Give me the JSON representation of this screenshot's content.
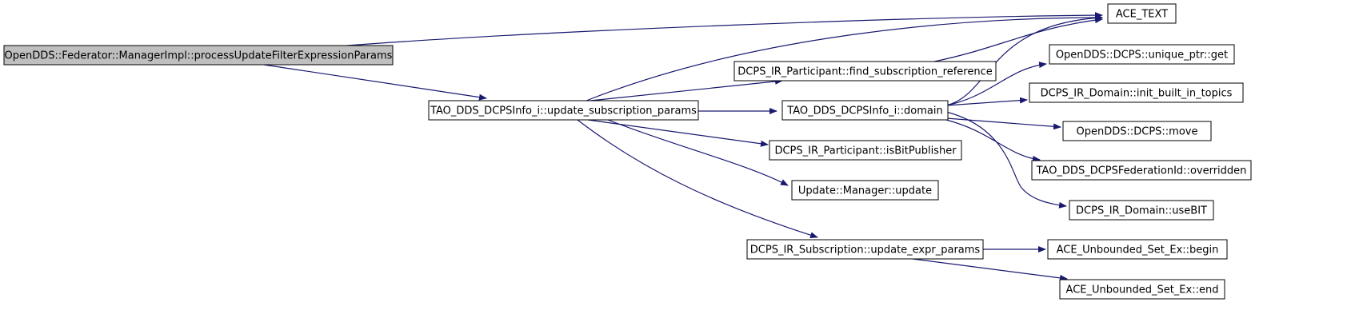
{
  "graph": {
    "colors": {
      "root_fill": "#bfbfbf",
      "node_fill": "#ffffff",
      "border": "#000000",
      "edge": "#191970"
    },
    "nodes": [
      {
        "id": "root",
        "label": "OpenDDS::Federator::ManagerImpl::processUpdateFilterExpressionParams"
      },
      {
        "id": "ace_text",
        "label": "ACE_TEXT"
      },
      {
        "id": "update_sub_params",
        "label": "TAO_DDS_DCPSInfo_i::update_subscription_params"
      },
      {
        "id": "find_sub_ref",
        "label": "DCPS_IR_Participant::find_subscription_reference"
      },
      {
        "id": "domain",
        "label": "TAO_DDS_DCPSInfo_i::domain"
      },
      {
        "id": "is_bit_pub",
        "label": "DCPS_IR_Participant::isBitPublisher"
      },
      {
        "id": "mgr_update",
        "label": "Update::Manager::update"
      },
      {
        "id": "update_expr",
        "label": "DCPS_IR_Subscription::update_expr_params"
      },
      {
        "id": "unique_ptr_get",
        "label": "OpenDDS::DCPS::unique_ptr::get"
      },
      {
        "id": "init_bit",
        "label": "DCPS_IR_Domain::init_built_in_topics"
      },
      {
        "id": "move",
        "label": "OpenDDS::DCPS::move"
      },
      {
        "id": "overridden",
        "label": "TAO_DDS_DCPSFederationId::overridden"
      },
      {
        "id": "use_bit",
        "label": "DCPS_IR_Domain::useBIT"
      },
      {
        "id": "set_begin",
        "label": "ACE_Unbounded_Set_Ex::begin"
      },
      {
        "id": "set_end",
        "label": "ACE_Unbounded_Set_Ex::end"
      }
    ],
    "edges": [
      {
        "from": "root",
        "to": "ace_text"
      },
      {
        "from": "root",
        "to": "update_sub_params"
      },
      {
        "from": "update_sub_params",
        "to": "ace_text"
      },
      {
        "from": "update_sub_params",
        "to": "find_sub_ref"
      },
      {
        "from": "update_sub_params",
        "to": "domain"
      },
      {
        "from": "update_sub_params",
        "to": "is_bit_pub"
      },
      {
        "from": "update_sub_params",
        "to": "mgr_update"
      },
      {
        "from": "update_sub_params",
        "to": "update_expr"
      },
      {
        "from": "find_sub_ref",
        "to": "ace_text"
      },
      {
        "from": "domain",
        "to": "ace_text"
      },
      {
        "from": "domain",
        "to": "unique_ptr_get"
      },
      {
        "from": "domain",
        "to": "init_bit"
      },
      {
        "from": "domain",
        "to": "move"
      },
      {
        "from": "domain",
        "to": "overridden"
      },
      {
        "from": "domain",
        "to": "use_bit"
      },
      {
        "from": "update_expr",
        "to": "set_begin"
      },
      {
        "from": "update_expr",
        "to": "set_end"
      }
    ]
  }
}
